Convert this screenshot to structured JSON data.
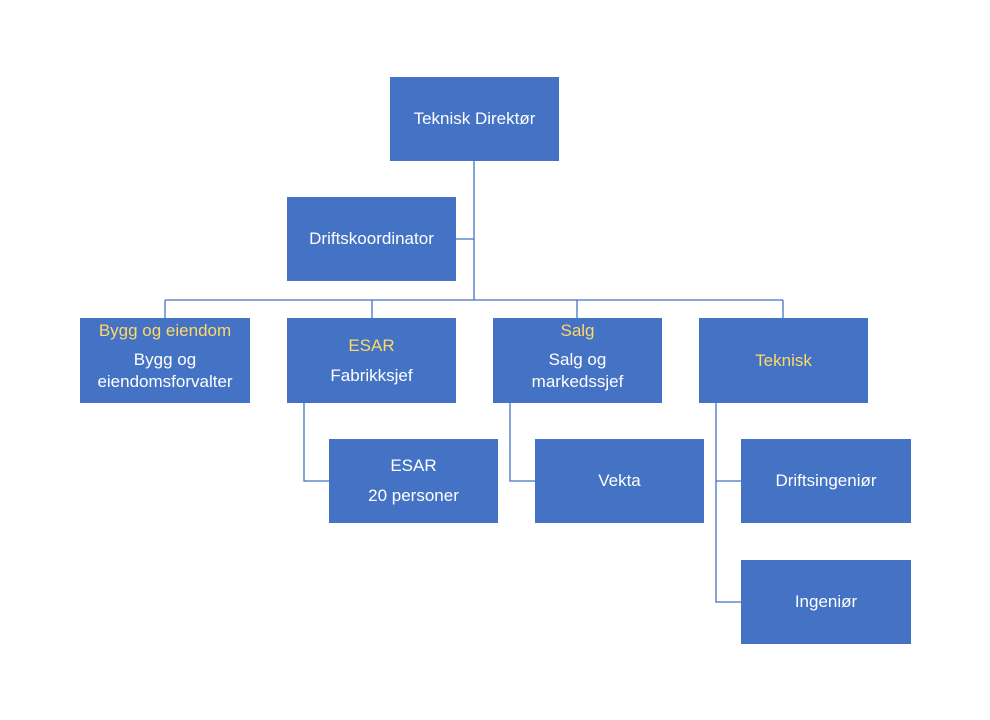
{
  "colors": {
    "box_fill": "#4472c4",
    "connector": "#4472c4",
    "text": "#ffffff",
    "accent_text": "#ffd966",
    "background": "#ffffff"
  },
  "org_chart": {
    "director": "Teknisk Direktør",
    "coordinator": "Driftskoordinator",
    "departments": [
      {
        "title": "Bygg og eiendom",
        "role": "Bygg og eiendomsforvalter"
      },
      {
        "title": "ESAR",
        "role": "Fabrikksjef"
      },
      {
        "title": "Salg",
        "role": "Salg og markedssjef"
      },
      {
        "title": "Teknisk",
        "role": ""
      }
    ],
    "esar_unit": {
      "title": "ESAR",
      "detail": "20 personer"
    },
    "vekta": "Vekta",
    "driftsingenior": "Driftsingeniør",
    "ingenior": "Ingeniør"
  }
}
